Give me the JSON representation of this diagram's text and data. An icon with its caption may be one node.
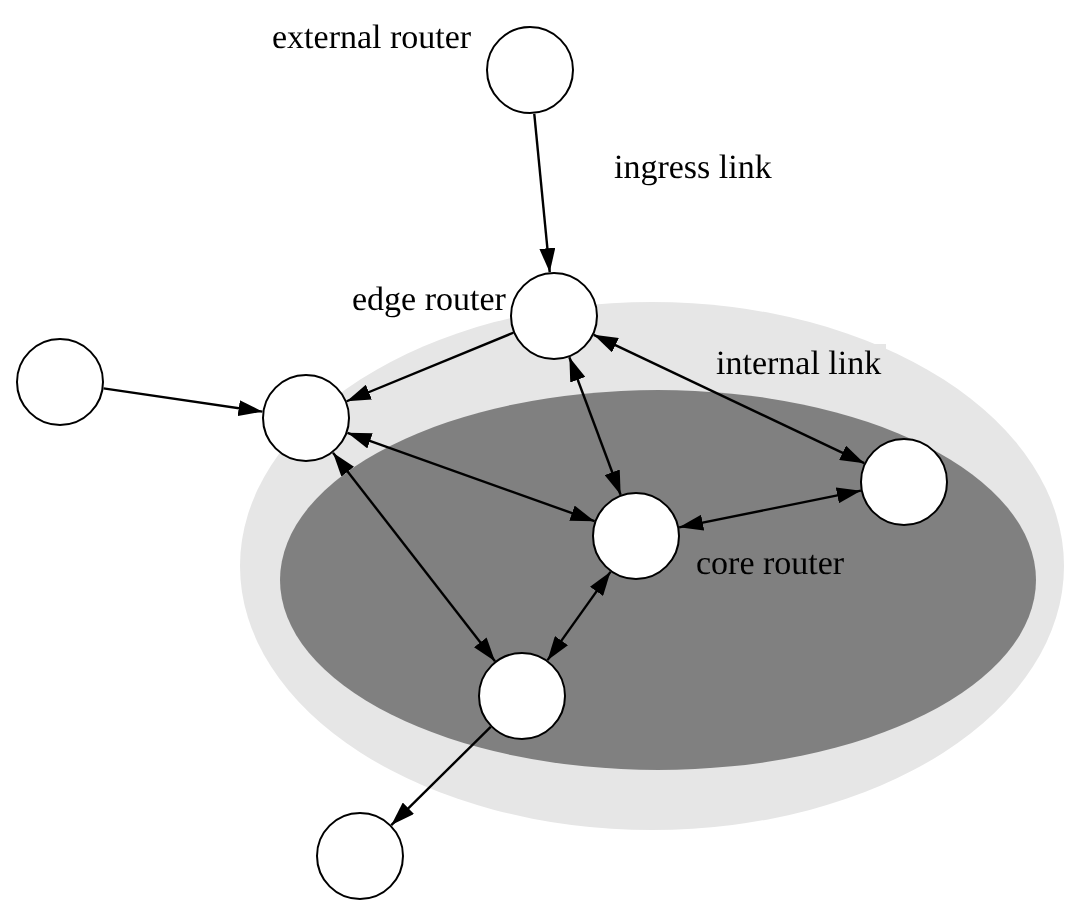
{
  "diagram": {
    "nodes": [
      {
        "text": [],
        "shape": "ellipse"
      },
      {
        "text": [],
        "shape": "ellipse",
        "in": 0
      },
      {
        "text": [],
        "shape": "circle",
        "beside": [
          "external router"
        ]
      },
      {
        "text": [],
        "shape": "circle"
      },
      {
        "text": [],
        "shape": "circle",
        "in": 0,
        "beside": [
          "edge router"
        ]
      },
      {
        "text": [],
        "shape": "circle",
        "in": 0
      },
      {
        "text": [],
        "shape": "circle",
        "in": 1,
        "beside": [
          "core router"
        ]
      },
      {
        "text": [],
        "shape": "circle",
        "in": 1
      },
      {
        "text": [],
        "shape": "circle",
        "in": 1
      },
      {
        "text": [],
        "shape": "circle"
      }
    ],
    "edges": [
      {
        "from": 2,
        "to": 4,
        "arrow": "to",
        "label": "ingress link"
      },
      {
        "from": 3,
        "to": 5,
        "arrow": "to"
      },
      {
        "from": 4,
        "to": 5,
        "arrow": "to"
      },
      {
        "from": 4,
        "to": 7,
        "arrow": "both",
        "label": "internal link"
      },
      {
        "from": 4,
        "to": 6,
        "arrow": "both"
      },
      {
        "from": 5,
        "to": 6,
        "arrow": "both"
      },
      {
        "from": 7,
        "to": 6,
        "arrow": "both"
      },
      {
        "from": 5,
        "to": 8,
        "arrow": "both"
      },
      {
        "from": 6,
        "to": 8,
        "arrow": "both"
      },
      {
        "from": 8,
        "to": 9,
        "arrow": "to"
      }
    ]
  }
}
